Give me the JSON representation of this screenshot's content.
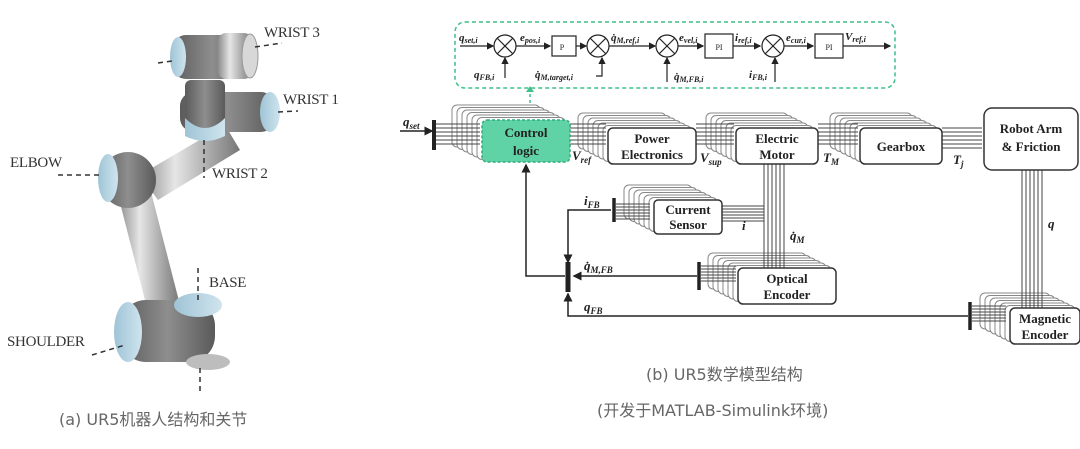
{
  "panel_a": {
    "joint_labels": {
      "wrist3": "WRIST 3",
      "wrist1": "WRIST 1",
      "elbow": "ELBOW",
      "wrist2": "WRIST 2",
      "base": "BASE",
      "shoulder": "SHOULDER"
    },
    "caption": "(a) UR5机器人结构和关节"
  },
  "panel_b": {
    "caption_line1": "(b) UR5数学模型结构",
    "caption_line2": "(开发于MATLAB-Simulink环境)",
    "control_loop": {
      "signals": {
        "q_set_i": "q",
        "q_set_i_sub": "set,i",
        "q_fb_i": "q",
        "q_fb_i_sub": "FB,i",
        "e_pos_i": "e",
        "e_pos_i_sub": "pos,i",
        "qdot_ref_i": "q̇",
        "qdot_ref_i_sub": "M,ref,i",
        "qdot_target_i": "q̇",
        "qdot_target_i_sub": "M,target,i",
        "e_vel_i": "e",
        "e_vel_i_sub": "vel,i",
        "qdot_fb_i": "q̇",
        "qdot_fb_i_sub": "M,FB,i",
        "i_ref_i": "i",
        "i_ref_i_sub": "ref,i",
        "e_cur_i": "e",
        "e_cur_i_sub": "cur,i",
        "i_fb_i": "i",
        "i_fb_i_sub": "FB,i",
        "v_ref_i": "V",
        "v_ref_i_sub": "ref,i"
      },
      "blocks": {
        "p": "P",
        "pi1": "PI",
        "pi2": "PI"
      }
    },
    "blocks": {
      "control_logic_1": "Control",
      "control_logic_2": "logic",
      "power_electronics_1": "Power",
      "power_electronics_2": "Electronics",
      "electric_motor_1": "Electric",
      "electric_motor_2": "Motor",
      "gearbox": "Gearbox",
      "robot_arm_1": "Robot Arm",
      "robot_arm_2": "& Friction",
      "current_sensor_1": "Current",
      "current_sensor_2": "Sensor",
      "optical_encoder_1": "Optical",
      "optical_encoder_2": "Encoder",
      "magnetic_encoder_1": "Magnetic",
      "magnetic_encoder_2": "Encoder"
    },
    "signals": {
      "q_set": "q",
      "q_set_sub": "set",
      "v_ref": "V",
      "v_ref_sub": "ref",
      "v_sup": "V",
      "v_sup_sub": "sup",
      "t_m": "T",
      "t_m_sub": "M",
      "t_j": "T",
      "t_j_sub": "j",
      "i_fb": "i",
      "i_fb_sub": "FB",
      "i": "i",
      "qdot_m": "q̇",
      "qdot_m_sub": "M",
      "qdot_m_fb": "q̇",
      "qdot_m_fb_sub": "M,FB",
      "q_fb": "q",
      "q_fb_sub": "FB",
      "q": "q"
    },
    "colors": {
      "control_logic_fill": "#5fd3a5",
      "control_logic_border": "#2fae7c",
      "loop_dash": "#3fbf8a"
    }
  }
}
